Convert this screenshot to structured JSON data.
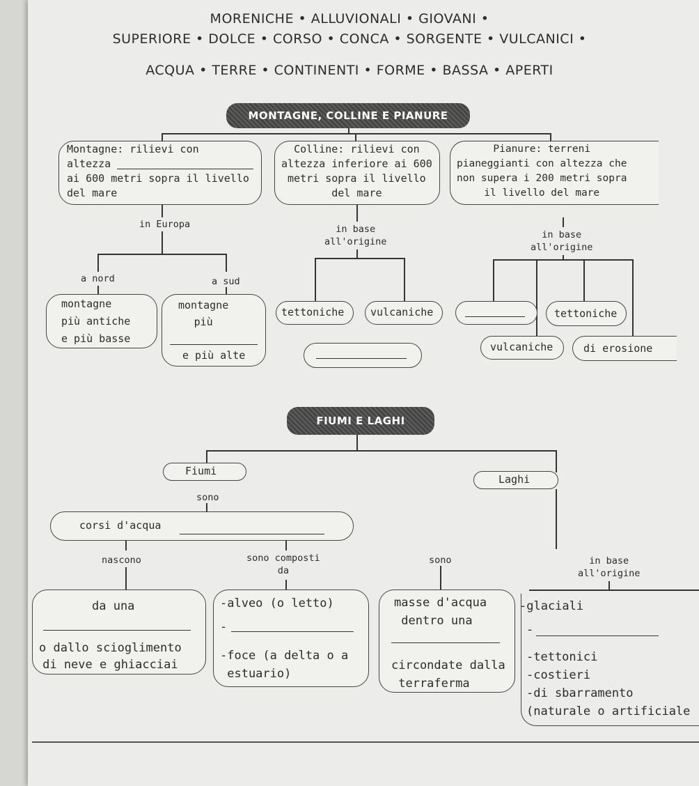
{
  "word_bank": [
    "MORENICHE • ALLUVIONALI • GIOVANI •",
    "SUPERIORE • DOLCE • CORSO • CONCA • SORGENTE • VULCANICI •",
    "ACQUA • TERRE • CONTINENTI • FORME • BASSA • APERTI"
  ],
  "section1": {
    "title": "MONTAGNE, COLLINE E PIANURE",
    "montagne_def": "Montagne: rilievi con\naltezza\nai 600 metri sopra il livello\ndel mare",
    "colline_def": "Colline: rilievi con\naltezza inferiore ai 600\nmetri sopra il livello\ndel mare",
    "pianure_def": "Pianure: terreni\npianeggianti con altezza che\nnon supera i 200 metri sopra\nil livello del mare",
    "in_europa": "in Europa",
    "in_base_origine_1": "in base\nall'origine",
    "in_base_origine_2": "in base\nall'origine",
    "a_nord": "a nord",
    "a_sud": "a sud",
    "montagne_nord": "montagne\npiù antiche\ne più basse",
    "montagne_sud_1": "montagne\npiù",
    "montagne_sud_2": "e più alte",
    "tettoniche_1": "tettoniche",
    "vulcaniche_1": "vulcaniche",
    "tettoniche_2": "tettoniche",
    "vulcaniche_2": "vulcaniche",
    "di_erosione": "di erosione"
  },
  "section2": {
    "title": "FIUMI E LAGHI",
    "fiumi": "Fiumi",
    "laghi": "Laghi",
    "sono_1": "sono",
    "corsi": "corsi d'acqua",
    "nascono": "nascono",
    "sono_composti": "sono composti\nda",
    "sono_2": "sono",
    "in_base_origine": "in base\nall'origine",
    "da_una_1": "da una",
    "da_una_2": "o dallo scioglimento\ndi neve e ghiacciai",
    "alveo_1": "-alveo (o letto)",
    "alveo_2": "-",
    "alveo_3": "-foce (a delta o a\n estuario)",
    "masse_1": "masse d'acqua\n dentro una",
    "masse_2": "circondate dalla\n terraferma",
    "laghi_list_1": "-glaciali",
    "laghi_list_2": "-",
    "laghi_list_3": "-tettonici\n-costieri\n-di sbarramento\n(naturale o artificiale"
  }
}
